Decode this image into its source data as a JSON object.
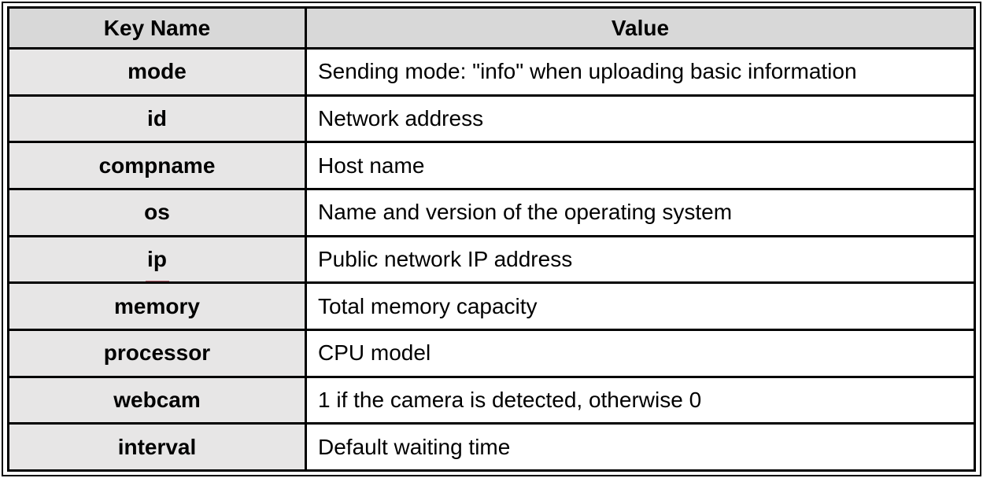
{
  "table": {
    "headers": {
      "key": "Key Name",
      "value": "Value"
    },
    "rows": [
      {
        "key": "mode",
        "value": "Sending mode: \"info\" when uploading basic information"
      },
      {
        "key": "id",
        "value": "Network address"
      },
      {
        "key": "compname",
        "value": "Host name"
      },
      {
        "key": "os",
        "value": "Name and version of the operating system"
      },
      {
        "key": "ip",
        "value": "Public network IP address"
      },
      {
        "key": "memory",
        "value": "Total memory capacity"
      },
      {
        "key": "processor",
        "value": "CPU model"
      },
      {
        "key": "webcam",
        "value": "1 if the camera is detected, otherwise 0"
      },
      {
        "key": "interval",
        "value": "Default waiting time"
      }
    ]
  },
  "colors": {
    "header_bg": "#d8d8d8",
    "key_column_bg": "#e7e6e6",
    "value_column_bg": "#ffffff",
    "border": "#000000",
    "text": "#000000",
    "spellcheck_mark": "#c4707c"
  }
}
